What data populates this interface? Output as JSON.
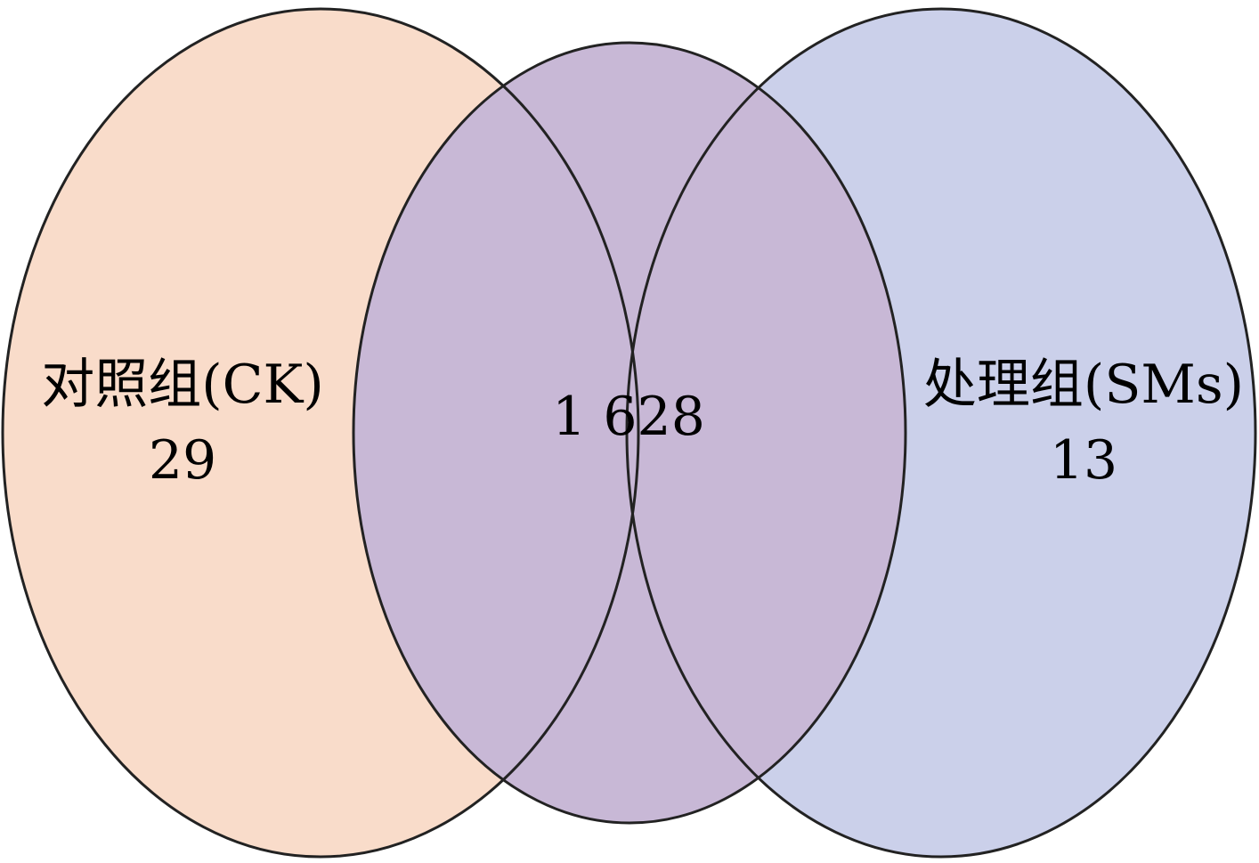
{
  "diagram": {
    "type": "venn",
    "sets": [
      {
        "id": "left",
        "name": "对照组(CK)",
        "unique_count": "29",
        "fill": "#f9dcca"
      },
      {
        "id": "right",
        "name": "处理组(SMs)",
        "unique_count": "13",
        "fill": "#cbd0ea"
      }
    ],
    "overlap": {
      "count": "1 628",
      "fill": "#c8b8d6"
    },
    "outline_color": "#222222"
  }
}
